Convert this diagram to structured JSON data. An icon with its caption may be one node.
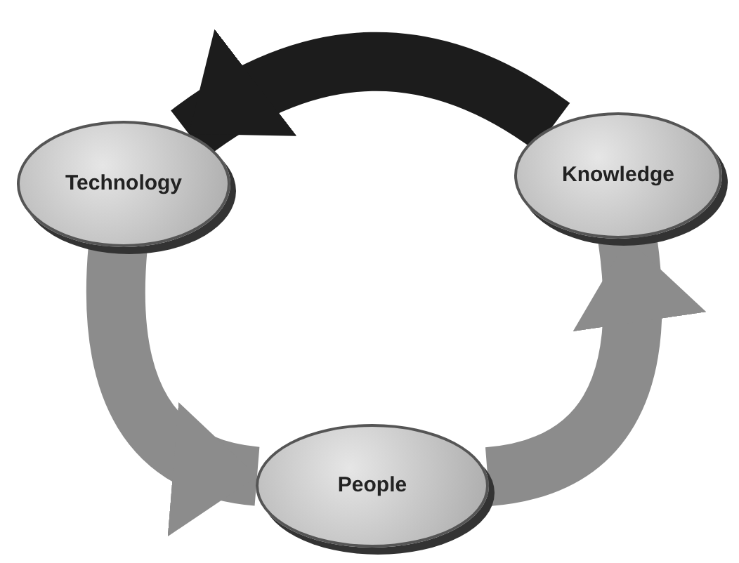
{
  "diagram": {
    "nodes": [
      {
        "text": [
          "Technology"
        ]
      },
      {
        "text": [
          "Knowledge"
        ]
      },
      {
        "text": [
          "People"
        ]
      }
    ],
    "edges": [
      {
        "from": 1,
        "to": 0,
        "arrow": "to",
        "color": "#1c1c1c"
      },
      {
        "from": 0,
        "to": 2,
        "arrow": "to"
      },
      {
        "from": 2,
        "to": 1,
        "arrow": "to"
      }
    ]
  }
}
